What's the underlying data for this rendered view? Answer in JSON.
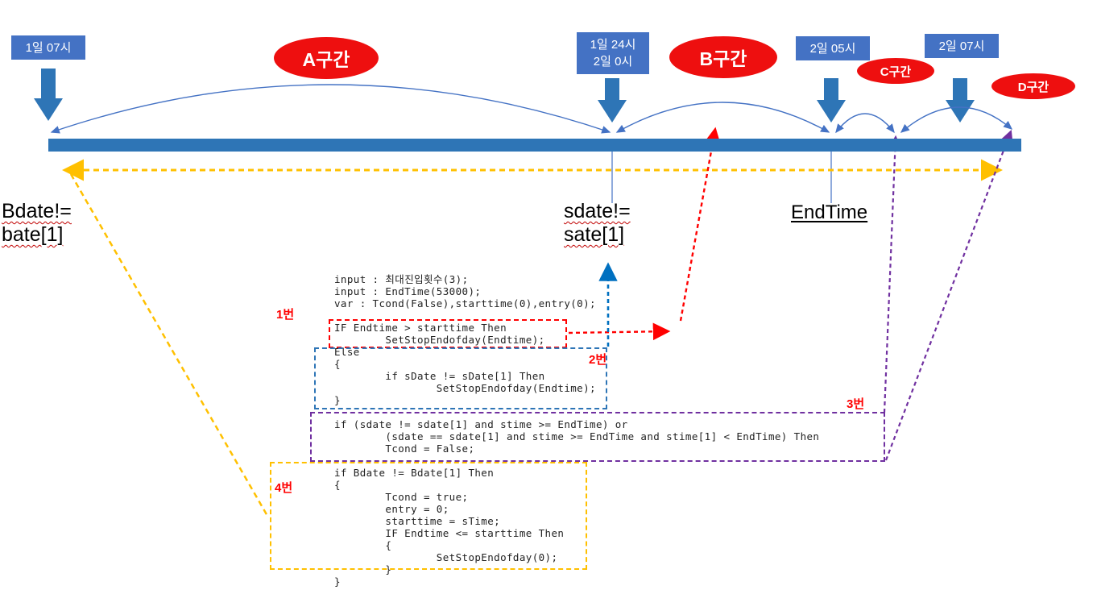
{
  "colors": {
    "timeline_blue": "#2E75B6",
    "label_box_blue": "#4472C4",
    "section_badge_red": "#EE0F0F",
    "callout_red": "#FF0000",
    "box1_red": "#FF0000",
    "box2_blue": "#2E75B6",
    "box3_purple": "#7030A0",
    "box4_yellow": "#FFC000",
    "blue_connector": "#0070C0"
  },
  "timeline": {
    "time_labels": [
      {
        "label": "1일 07시"
      },
      {
        "label": "1일 24시",
        "label2": "2일 0시"
      },
      {
        "label": "2일 05시"
      },
      {
        "label": "2일 07시"
      }
    ],
    "sections": [
      {
        "label": "A구간"
      },
      {
        "label": "B구간"
      },
      {
        "label": "C구간"
      },
      {
        "label": "D구간"
      }
    ],
    "annotations": {
      "bdate": "Bdate!=\nbate[1]",
      "sdate": "sdate!=\nsate[1]",
      "endtime": "EndTime"
    }
  },
  "callouts": [
    {
      "label": "1번"
    },
    {
      "label": "2번"
    },
    {
      "label": "3번"
    },
    {
      "label": "4번"
    }
  ],
  "code": {
    "lines": [
      "input : 최대진입횟수(3);",
      "input : EndTime(53000);",
      "var : Tcond(False),starttime(0),entry(0);",
      "",
      "IF Endtime > starttime Then",
      "        SetStopEndofday(Endtime);",
      "Else",
      "{",
      "        if sDate != sDate[1] Then",
      "                SetStopEndofday(Endtime);",
      "}",
      "",
      "if (sdate != sdate[1] and stime >= EndTime) or",
      "        (sdate == sdate[1] and stime >= EndTime and stime[1] < EndTime) Then",
      "        Tcond = False;",
      "",
      "if Bdate != Bdate[1] Then",
      "{",
      "        Tcond = true;",
      "        entry = 0;",
      "        starttime = sTime;",
      "        IF Endtime <= starttime Then",
      "        {",
      "                SetStopEndofday(0);",
      "        }",
      "}"
    ]
  }
}
